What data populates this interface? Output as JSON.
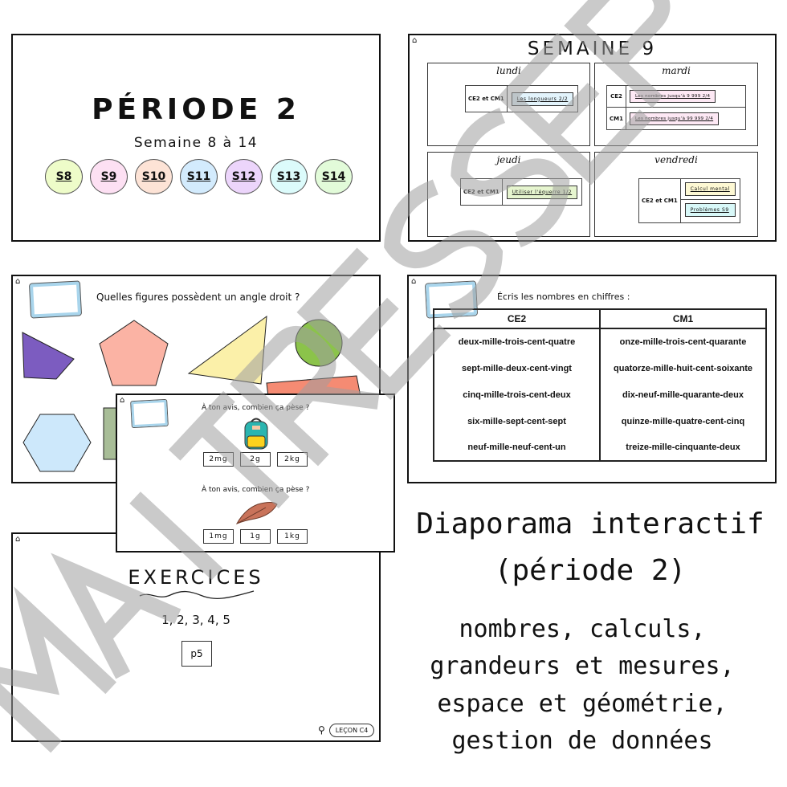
{
  "slide_periode": {
    "title": "PÉRIODE 2",
    "subtitle": "Semaine 8 à 14",
    "weeks": [
      {
        "label": "S8",
        "color": "#eefcc9"
      },
      {
        "label": "S9",
        "color": "#fde0f3"
      },
      {
        "label": "S10",
        "color": "#fde3d6"
      },
      {
        "label": "S11",
        "color": "#d3ebfd"
      },
      {
        "label": "S12",
        "color": "#ecd5fb"
      },
      {
        "label": "S13",
        "color": "#dcfbfb"
      },
      {
        "label": "S14",
        "color": "#e2fbd9"
      }
    ]
  },
  "slide_semaine": {
    "title": "SEMAINE 9",
    "lundi": {
      "day": "lundi",
      "level": "CE2 et CM1",
      "link": "Les longueurs 2/2",
      "color": "#e3f4fc"
    },
    "mardi": {
      "day": "mardi",
      "rows": [
        {
          "level": "CE2",
          "link": "Les nombres jusqu'à 9 999 2/4"
        },
        {
          "level": "CM1",
          "link": "Les nombres jusqu'à 99 999 2/4"
        }
      ],
      "color": "#fde8f4"
    },
    "jeudi": {
      "day": "jeudi",
      "level": "CE2 et CM1",
      "link": "Utiliser l'équerre 1/2",
      "color": "#e6f5cf"
    },
    "vendredi": {
      "day": "vendredi",
      "level": "CE2 et CM1",
      "links": [
        {
          "label": "Calcul mental",
          "color": "#fdf8d3"
        },
        {
          "label": "Problèmes S9",
          "color": "#d8f8f8"
        }
      ]
    }
  },
  "slide_figures": {
    "question": "Quelles figures possèdent un angle droit ?"
  },
  "slide_nombres": {
    "instruction": "Écris les nombres en chiffres :",
    "headers": [
      "CE2",
      "CM1"
    ],
    "rows": [
      [
        "deux-mille-trois-cent-quatre",
        "onze-mille-trois-cent-quarante"
      ],
      [
        "sept-mille-deux-cent-vingt",
        "quatorze-mille-huit-cent-soixante"
      ],
      [
        "cinq-mille-trois-cent-deux",
        "dix-neuf-mille-quarante-deux"
      ],
      [
        "six-mille-sept-cent-sept",
        "quinze-mille-quatre-cent-cinq"
      ],
      [
        "neuf-mille-neuf-cent-un",
        "treize-mille-cinquante-deux"
      ]
    ]
  },
  "slide_masses": {
    "question1": "À ton avis, combien ça pèse ?",
    "options1": [
      "2mg",
      "2g",
      "2kg"
    ],
    "question2": "À ton avis, combien ça pèse ?",
    "options2": [
      "1mg",
      "1g",
      "1kg"
    ]
  },
  "slide_exercices": {
    "title": "EXERCICES",
    "numbers": "1, 2, 3, 4, 5",
    "page": "p5",
    "lesson_button": "LEÇON C4"
  },
  "promo": {
    "title_line1": "Diaporama interactif",
    "title_line2": "(période 2)",
    "lines": [
      "nombres, calculs,",
      "grandeurs et mesures,",
      "espace et géométrie,",
      "gestion de données"
    ]
  },
  "watermark": "MAITRESSEP"
}
